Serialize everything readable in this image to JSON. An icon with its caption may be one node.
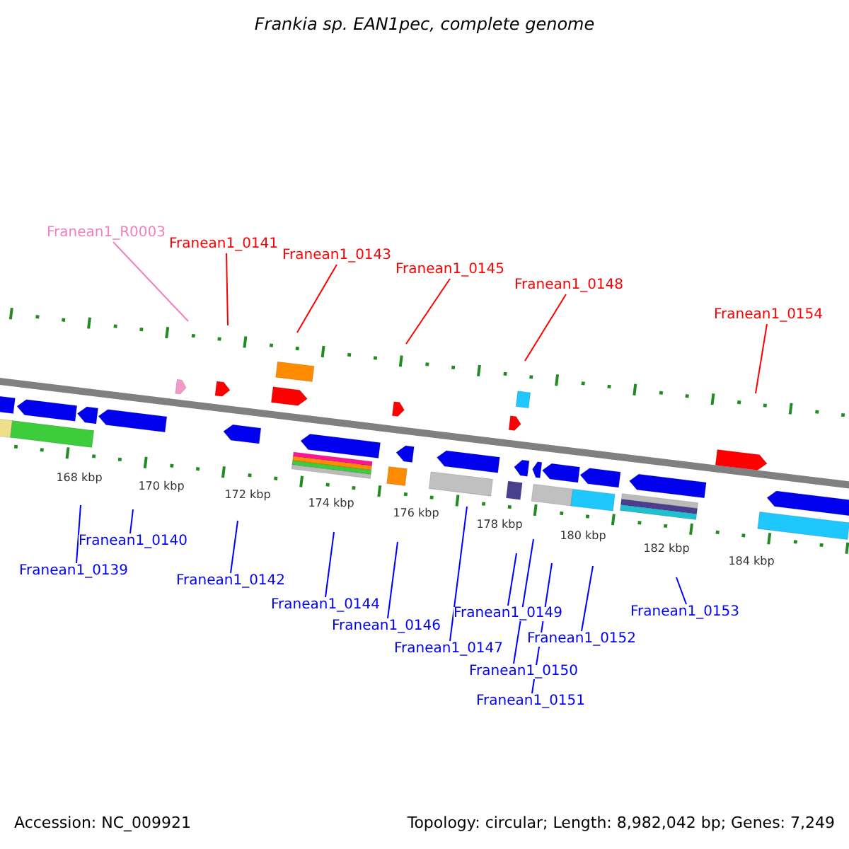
{
  "diagram": {
    "title": "Frankia sp. EAN1pec, complete genome",
    "nodes": [
      {
        "text": [
          "Franean1_R0003"
        ]
      },
      {
        "text": [
          "Franean1_0141"
        ]
      },
      {
        "text": [
          "Franean1_0143"
        ]
      },
      {
        "text": [
          "Franean1_0145"
        ]
      },
      {
        "text": [
          "Franean1_0148"
        ]
      },
      {
        "text": [
          "Franean1_0154"
        ]
      },
      {
        "text": [
          "Franean1_0139"
        ]
      },
      {
        "text": [
          "Franean1_0140"
        ]
      },
      {
        "text": [
          "Franean1_0142"
        ]
      },
      {
        "text": [
          "Franean1_0144"
        ]
      },
      {
        "text": [
          "Franean1_0146"
        ]
      },
      {
        "text": [
          "Franean1_0147"
        ]
      },
      {
        "text": [
          "Franean1_0149"
        ]
      },
      {
        "text": [
          "Franean1_0150"
        ]
      },
      {
        "text": [
          "Franean1_0151"
        ]
      },
      {
        "text": [
          "Franean1_0152"
        ]
      },
      {
        "text": [
          "Franean1_0153"
        ]
      }
    ],
    "edges": [
      {
        "from": 0,
        "to": null,
        "arrow": "none",
        "color": "#f080c0"
      },
      {
        "from": 1,
        "to": null,
        "arrow": "none",
        "color": "#ff0000"
      },
      {
        "from": 2,
        "to": null,
        "arrow": "none",
        "color": "#ff0000"
      },
      {
        "from": 3,
        "to": null,
        "arrow": "none",
        "color": "#ff0000"
      },
      {
        "from": 4,
        "to": null,
        "arrow": "none",
        "color": "#ff0000"
      },
      {
        "from": 5,
        "to": null,
        "arrow": "none",
        "color": "#ff0000"
      },
      {
        "from": 6,
        "to": null,
        "arrow": "none"
      },
      {
        "from": 7,
        "to": null,
        "arrow": "none"
      },
      {
        "from": 8,
        "to": null,
        "arrow": "none"
      },
      {
        "from": 9,
        "to": null,
        "arrow": "none"
      },
      {
        "from": 10,
        "to": null,
        "arrow": "none"
      },
      {
        "from": 11,
        "to": null,
        "arrow": "none"
      },
      {
        "from": 12,
        "to": null,
        "arrow": "none"
      },
      {
        "from": 13,
        "to": null,
        "arrow": "none"
      },
      {
        "from": 14,
        "to": null,
        "arrow": "none"
      },
      {
        "from": 15,
        "to": null,
        "arrow": "none"
      },
      {
        "from": 16,
        "to": null,
        "arrow": "none"
      }
    ],
    "labels": [
      "168 kbp",
      "170 kbp",
      "172 kbp",
      "174 kbp",
      "176 kbp",
      "178 kbp",
      "180 kbp",
      "182 kbp",
      "184 kbp",
      "Accession: NC_009921",
      "Topology: circular; Length: 8,982,042 bp; Genes: 7,249"
    ]
  }
}
